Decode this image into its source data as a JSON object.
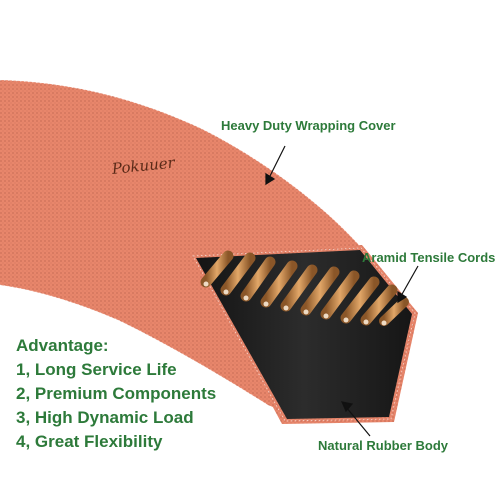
{
  "brand": "Pokuuer",
  "labels": {
    "cover": "Heavy Duty Wrapping Cover",
    "cords": "Aramid Tensile Cords",
    "body": "Natural Rubber Body"
  },
  "advantages": {
    "title": "Advantage:",
    "items": [
      "1, Long Service Life",
      "2, Premium Components",
      "3, High Dynamic Load",
      "4, Great Flexibility"
    ]
  },
  "colors": {
    "cover": "#e8866b",
    "rubber": "#1e1e1e",
    "cords": "#c98a4e",
    "label_text": "#2d7a3a"
  }
}
